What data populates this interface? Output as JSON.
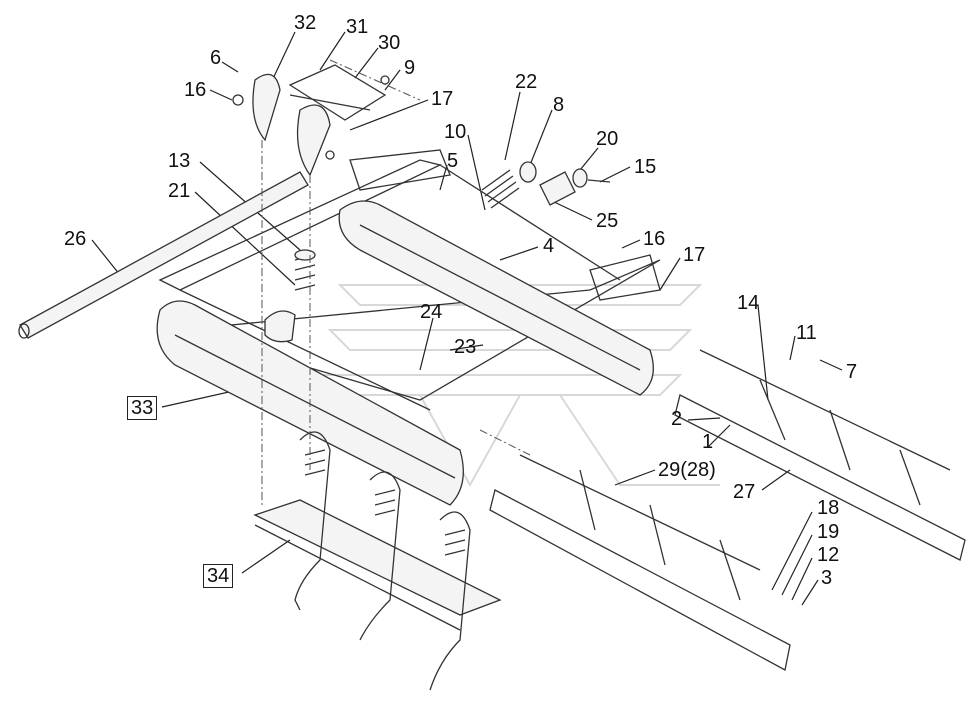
{
  "diagram": {
    "labels": [
      {
        "id": "p32",
        "text": "32"
      },
      {
        "id": "p31",
        "text": "31"
      },
      {
        "id": "p30",
        "text": "30"
      },
      {
        "id": "p6",
        "text": "6"
      },
      {
        "id": "p9",
        "text": "9"
      },
      {
        "id": "p16a",
        "text": "16"
      },
      {
        "id": "p17a",
        "text": "17"
      },
      {
        "id": "p22",
        "text": "22"
      },
      {
        "id": "p8",
        "text": "8"
      },
      {
        "id": "p10",
        "text": "10"
      },
      {
        "id": "p20",
        "text": "20"
      },
      {
        "id": "p13",
        "text": "13"
      },
      {
        "id": "p5",
        "text": "5"
      },
      {
        "id": "p15",
        "text": "15"
      },
      {
        "id": "p21",
        "text": "21"
      },
      {
        "id": "p25",
        "text": "25"
      },
      {
        "id": "p26",
        "text": "26"
      },
      {
        "id": "p4",
        "text": "4"
      },
      {
        "id": "p16b",
        "text": "16"
      },
      {
        "id": "p17b",
        "text": "17"
      },
      {
        "id": "p14",
        "text": "14"
      },
      {
        "id": "p11",
        "text": "11"
      },
      {
        "id": "p24",
        "text": "24"
      },
      {
        "id": "p7",
        "text": "7"
      },
      {
        "id": "p23",
        "text": "23"
      },
      {
        "id": "p33",
        "text": "33"
      },
      {
        "id": "p2",
        "text": "2"
      },
      {
        "id": "p1",
        "text": "1"
      },
      {
        "id": "p29",
        "text": "29(28)"
      },
      {
        "id": "p27",
        "text": "27"
      },
      {
        "id": "p18",
        "text": "18"
      },
      {
        "id": "p19",
        "text": "19"
      },
      {
        "id": "p12",
        "text": "12"
      },
      {
        "id": "p3",
        "text": "3"
      },
      {
        "id": "p34",
        "text": "34"
      }
    ]
  }
}
